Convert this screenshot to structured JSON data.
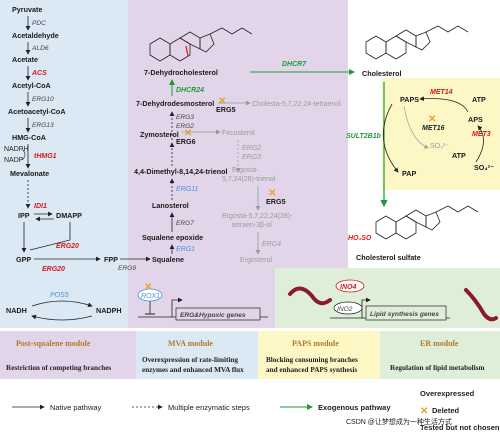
{
  "colors": {
    "mva_bg": "#dbe9f5",
    "post_squalene_bg": "#e3d5e9",
    "paps_bg": "#fdf7c6",
    "er_bg": "#dfeed9",
    "native_arrow": "#222222",
    "exogenous_green": "#1e9a3c",
    "overexpressed_red": "#d7191c",
    "tested_blue": "#4a90d9",
    "deleted_orange": "#f0a030"
  },
  "mva_pathway": {
    "pyruvate": "Pyruvate",
    "pdc": "PDC",
    "acetaldehyde": "Acetaldehyde",
    "ald6": "ALD6",
    "acetate": "Acetate",
    "acs": "ACS",
    "acetyl_coa": "Acetyl-CoA",
    "erg10": "ERG10",
    "acetoacetyl_coa": "Acetoacetyl-CoA",
    "erg13": "ERG13",
    "hmg_coa": "HMG-CoA",
    "nadph": "NADPH",
    "nadp": "NADP",
    "thmg1": "tHMG1",
    "mevalonate": "Mevalonate",
    "idi1": "IDI1",
    "ipp": "IPP",
    "dmapp": "DMAPP",
    "erg20_a": "ERG20",
    "erg20_b": "ERG20",
    "gpp": "GPP",
    "fpp": "FPP",
    "erg9": "ERG9",
    "squalene": "Squalene",
    "pos5": "POS5",
    "nadh": "NADH",
    "nadph_cof": "NADPH"
  },
  "post_squalene": {
    "dehydrocholesterol": "7-Dehydrocholesterol",
    "dhcr24": "DHCR24",
    "dehydrodesmosterol": "7-Dehydrodesmosterol",
    "erg5_a": "ERG5",
    "erg3": "ERG3",
    "erg2": "ERG2",
    "zymosterol": "Zymosterol",
    "erg6": "ERG6",
    "tetraenol": "Cholesta-5,7,22,24-tetraenol",
    "fecosterol": "Fecosterol",
    "dimethyl": "4,4-Dimethyl-8,14,24-trienol",
    "erg2_b": "ERG2",
    "erg3_b": "ERG3",
    "ergosta_trienol_1": "Ergosta-",
    "ergosta_trienol_2": "5,7,24(28)-trienol",
    "erg11": "ERG11",
    "erg5_b": "ERG5",
    "lanosterol": "Lanosterol",
    "erg7": "ERG7",
    "ergosta_tetraen_1": "Ergosta-5,7,22,24(28)-",
    "ergosta_tetraen_2": "tetraen-3β-ol",
    "squalene_epoxide": "Squalene epoxide",
    "erg4": "ERG4",
    "erg1": "ERG1",
    "ergosterol": "Ergosterol",
    "rox1": "ROX1",
    "erg_genes": "ERG&Hypoxic genes"
  },
  "cholesterol_part": {
    "dhcr7": "DHCR7",
    "cholesterol": "Cholesterol",
    "sult2b1b": "SULT2B1b",
    "cholesterol_sulfate": "Cholesterol  sulfate",
    "ho3so": "HO₃SO"
  },
  "paps_cycle": {
    "paps": "PAPS",
    "met14": "MET14",
    "atp_1": "ATP",
    "aps": "APS",
    "met16": "MET16",
    "so3": "SO₃²⁻",
    "met3": "MET3",
    "pap": "PAP",
    "atp_2": "ATP",
    "so4": "SO₄²⁻"
  },
  "er_part": {
    "ino4": "INO4",
    "ino2": "INO2",
    "lipid_genes": "Lipid synthesis genes"
  },
  "modules": [
    {
      "title": "Post-squalene module",
      "desc": "Restriction of competing branches",
      "title_color": "#b07a2a"
    },
    {
      "title": "MVA module",
      "desc_1": "Overexpression of rate-limiting",
      "desc_2": "enzymes and enhanced MVA flux",
      "title_color": "#b07a2a"
    },
    {
      "title": "PAPS  module",
      "desc_1": "Blocking consuming branches",
      "desc_2": "and enhanced PAPS synthesis",
      "title_color": "#b07a2a"
    },
    {
      "title": "ER  module",
      "desc": "Regulation of lipid metabolism",
      "title_color": "#b07a2a"
    }
  ],
  "legend": {
    "native": "Native pathway",
    "multiple": "Multiple enzymatic steps",
    "exogenous": "Exogenous pathway",
    "overexpressed": "Overexpressed",
    "deleted": "Deleted",
    "tested": "Tested but not chosen"
  },
  "watermark": "CSDN @让梦想成为一种生活方式"
}
